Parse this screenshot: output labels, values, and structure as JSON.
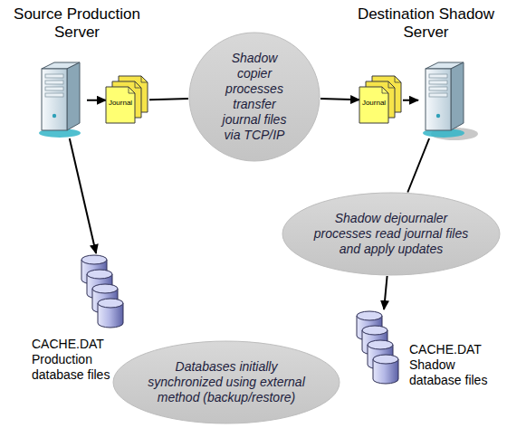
{
  "diagram": {
    "nodes": [
      {
        "text": [
          "Source Production Server"
        ]
      },
      {
        "text": [
          "Journal"
        ]
      },
      {
        "text": [
          "Shadow copier processes transfer journal files via TCP/IP"
        ]
      },
      {
        "text": [
          "Journal"
        ]
      },
      {
        "text": [
          "Destination Shadow Server"
        ]
      },
      {
        "text": [
          "Shadow dejournaler processes read journal files and apply updates"
        ]
      },
      {
        "text": [
          "CACHE.DAT Production database files"
        ]
      },
      {
        "text": [
          "CACHE.DAT Shadow database files"
        ]
      },
      {
        "text": [
          "Databases initially synchronized using external method (backup/restore)"
        ]
      }
    ],
    "edges": [
      {
        "from": 0,
        "to": 1,
        "arrow": "to"
      },
      {
        "from": 1,
        "to": 2,
        "arrow": "none"
      },
      {
        "from": 2,
        "to": 3,
        "arrow": "to"
      },
      {
        "from": 3,
        "to": 4,
        "arrow": "to"
      },
      {
        "from": 0,
        "to": 6,
        "arrow": "to"
      },
      {
        "from": 4,
        "to": 5,
        "arrow": "none"
      },
      {
        "from": 5,
        "to": 7,
        "arrow": "to"
      }
    ]
  }
}
